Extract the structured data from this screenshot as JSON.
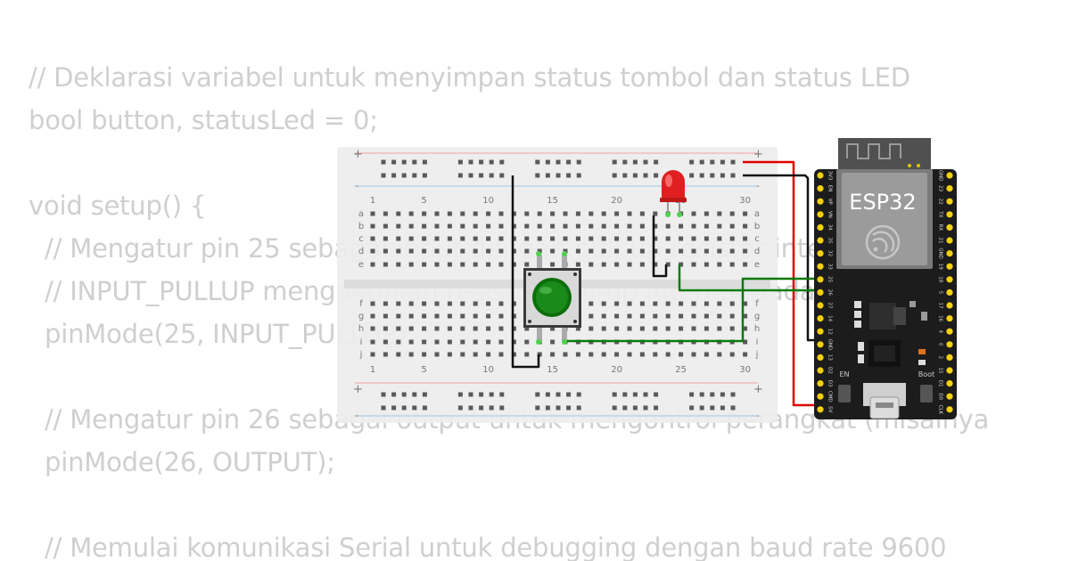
{
  "code": {
    "lines": [
      "// Deklarasi variabel untuk menyimpan status tombol dan status LED",
      "bool button, statusLed = 0;",
      "",
      "void setup() {",
      "  // Mengatur pin 25 sebagai input dengan pull-up resistor internal",
      "  // INPUT_PULLUP mengaktifkan resistor pull-up internal pada pin digital",
      "  pinMode(25, INPUT_PULLUP);",
      "",
      "  // Mengatur pin 26 sebagai output untuk mengontrol perangkat (misalnya",
      "  pinMode(26, OUTPUT);",
      "",
      "  // Memulai komunikasi Serial untuk debugging dengan baud rate 9600"
    ]
  },
  "breadboard": {
    "plus_sign": "+",
    "minus_sign": "-",
    "col_labels": [
      "1",
      "5",
      "10",
      "15",
      "20",
      "25",
      "30"
    ],
    "rows_top": [
      "a",
      "b",
      "c",
      "d",
      "e"
    ],
    "rows_bottom": [
      "f",
      "g",
      "h",
      "i",
      "j"
    ]
  },
  "board": {
    "label": "ESP32",
    "en_label": "EN",
    "boot_label": "Boot",
    "left_pins": [
      "3V3",
      "EN",
      "VP",
      "VN",
      "34",
      "35",
      "32",
      "33",
      "25",
      "26",
      "27",
      "14",
      "12",
      "GND",
      "13",
      "D2",
      "D3",
      "CMD",
      "5V"
    ],
    "right_pins": [
      "GND",
      "23",
      "22",
      "TX",
      "RX",
      "21",
      "GND",
      "19",
      "18",
      "5",
      "17",
      "16",
      "4",
      "0",
      "2",
      "15",
      "D1",
      "D0",
      "CLK"
    ]
  },
  "colors": {
    "wire_red": "#e00000",
    "wire_black": "#111111",
    "wire_green": "#0a7a0a",
    "board_black": "#1c1c1c",
    "pin_gold": "#f4d10c",
    "led_red": "#e02020",
    "button_green": "#1a8a1a"
  }
}
